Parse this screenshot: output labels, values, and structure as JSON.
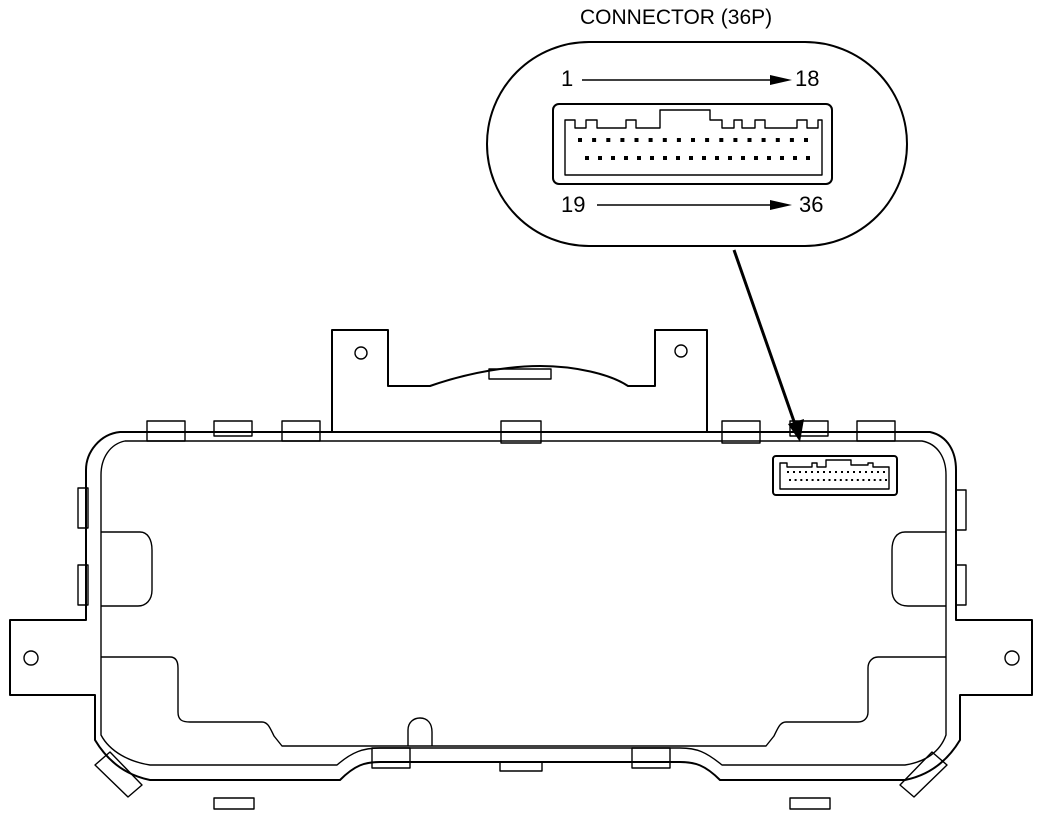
{
  "title": "CONNECTOR (36P)",
  "pin_labels": {
    "top_start": "1",
    "top_end": "18",
    "bottom_start": "19",
    "bottom_end": "36"
  },
  "connector": {
    "top_row_pins": 17,
    "bottom_row_pins": 18
  }
}
